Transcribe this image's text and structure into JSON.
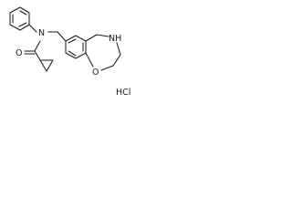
{
  "molecule": {
    "atoms": {
      "amide_nitrogen": "N",
      "carbonyl_oxygen": "O",
      "ring_nitrogen": "NH",
      "ring_oxygen": "O"
    },
    "salt": "HCl"
  }
}
